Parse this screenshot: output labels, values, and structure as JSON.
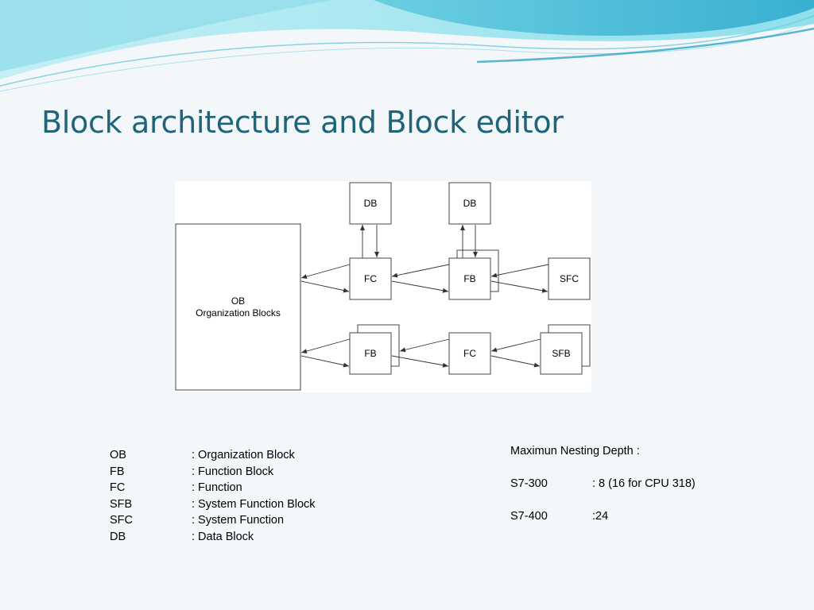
{
  "slide": {
    "title": "Block architecture and Block editor"
  },
  "diagram": {
    "ob_block": {
      "line1": "OB",
      "line2": "Organization Blocks"
    },
    "top_row": {
      "db_left": "DB",
      "db_right": "DB",
      "fc": "FC",
      "fb": "FB",
      "sfc": "SFC"
    },
    "bottom_row": {
      "fb": "FB",
      "fc": "FC",
      "sfb": "SFB"
    }
  },
  "legend": [
    {
      "abbr": "OB",
      "desc": ": Organization Block"
    },
    {
      "abbr": "FB",
      "desc": ": Function Block"
    },
    {
      "abbr": "FC",
      "desc": ": Function"
    },
    {
      "abbr": "SFB",
      "desc": ": System Function Block"
    },
    {
      "abbr": "SFC",
      "desc": ": System Function"
    },
    {
      "abbr": "DB",
      "desc": ": Data Block"
    }
  ],
  "nesting": {
    "heading": "Maximun Nesting Depth :",
    "rows": [
      {
        "model": "S7-300",
        "value": ": 8 (16 for CPU 318)"
      },
      {
        "model": "S7-400",
        "value": ":24"
      }
    ]
  },
  "colors": {
    "title": "#1f6478",
    "wave_light": "#9fe3ee",
    "wave_mid": "#4cc3da",
    "wave_dark": "#1a97bf"
  }
}
